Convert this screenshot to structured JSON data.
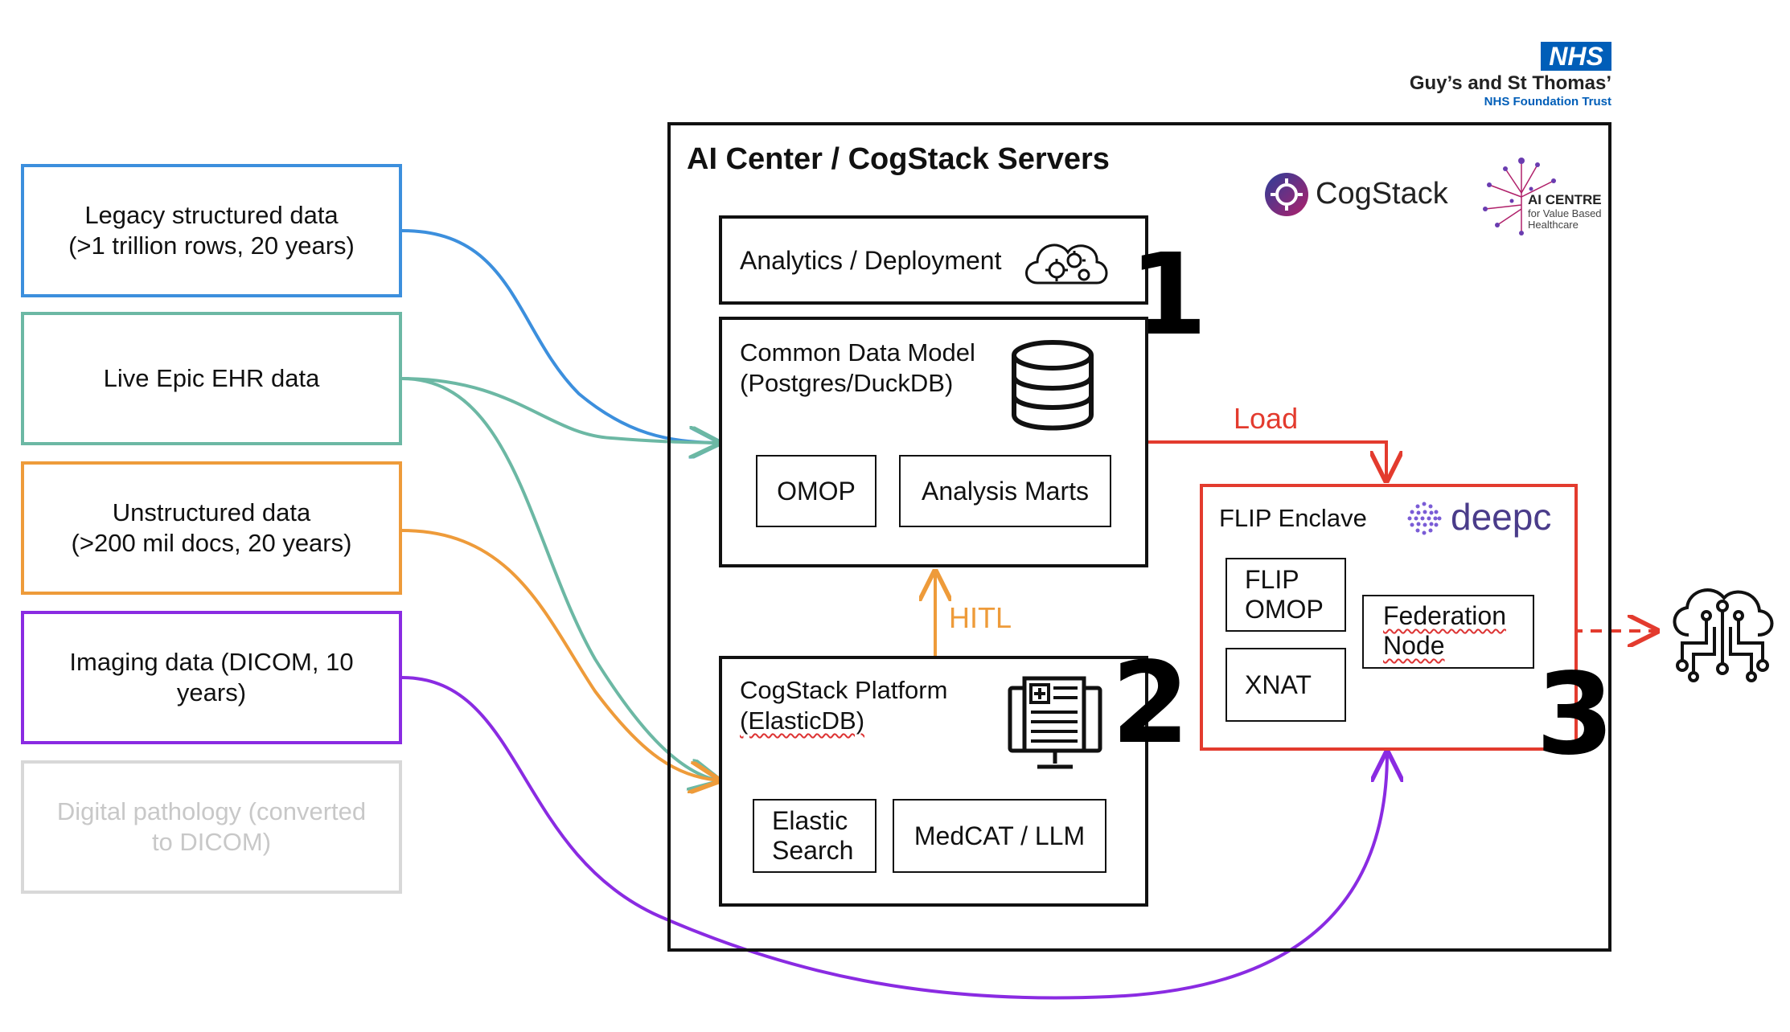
{
  "colors": {
    "blue": "#3c8fdd",
    "teal": "#6cb8a4",
    "orange": "#ee9b3a",
    "purple": "#8a2be2",
    "red": "#e33b2e",
    "gray": "#d0d0d0",
    "nhs_blue": "#005eb8"
  },
  "header": {
    "nhs_logo": "NHS",
    "org_name": "Guy’s and St Thomas’",
    "org_sub": "NHS Foundation Trust"
  },
  "sources": [
    {
      "label": "Legacy structured data\n(>1 trillion rows, 20 years)",
      "color": "#3c8fdd"
    },
    {
      "label": "Live Epic EHR data",
      "color": "#6cb8a4"
    },
    {
      "label": "Unstructured data\n(>200 mil docs, 20 years)",
      "color": "#ee9b3a"
    },
    {
      "label": "Imaging data (DICOM, 10\nyears)",
      "color": "#8a2be2"
    },
    {
      "label": "Digital pathology (converted\nto DICOM)",
      "color": "#d0d0d0"
    }
  ],
  "server": {
    "title": "AI Center / CogStack Servers",
    "cogstack_logo": "CogStack",
    "aicentre_logo_line1": "AI CENTRE",
    "aicentre_logo_line2": "for Value Based",
    "aicentre_logo_line3": "Healthcare"
  },
  "analytics": {
    "label": "Analytics / Deployment",
    "icon": "cloud-gears-icon"
  },
  "cdm": {
    "title_line1": "Common Data Model",
    "title_line2": "(Postgres/DuckDB)",
    "icon": "database-icon",
    "omop": "OMOP",
    "marts": "Analysis Marts"
  },
  "platform": {
    "title_line1": "CogStack Platform",
    "title_line2": "(ElasticDB)",
    "icon": "monitor-document-icon",
    "elastic": "Elastic\nSearch",
    "medcat": "MedCAT / LLM"
  },
  "flip": {
    "title": "FLIP Enclave",
    "deepc_logo": "deepc",
    "flip_omop": "FLIP\nOMOP",
    "xnat": "XNAT",
    "federation_line1": "Federation",
    "federation_line2": "Node"
  },
  "arrows": {
    "load": "Load",
    "hitl": "HITL"
  },
  "numbers": {
    "one": "1",
    "two": "2",
    "three": "3"
  },
  "external_icon": "cloud-circuit-icon"
}
